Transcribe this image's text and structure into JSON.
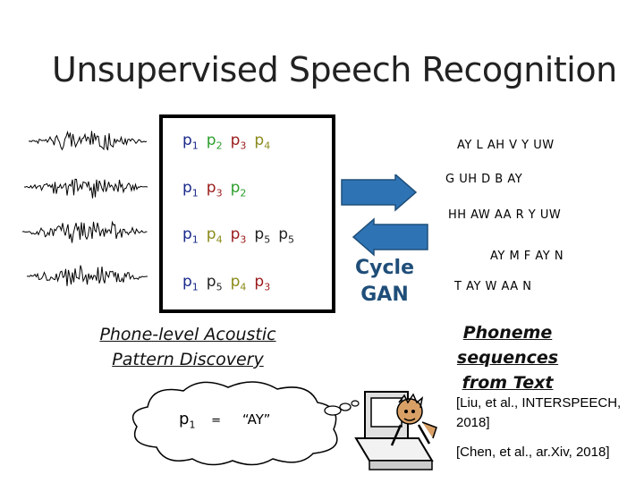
{
  "title": "Unsupervised Speech Recognition",
  "sequences": [
    {
      "items": [
        {
          "p": "p",
          "s": "1",
          "c": "c1"
        },
        {
          "p": "p",
          "s": "2",
          "c": "c2"
        },
        {
          "p": "p",
          "s": "3",
          "c": "c3"
        },
        {
          "p": "p",
          "s": "4",
          "c": "c4"
        }
      ]
    },
    {
      "items": [
        {
          "p": "p",
          "s": "1",
          "c": "c1"
        },
        {
          "p": "p",
          "s": "3",
          "c": "c3"
        },
        {
          "p": "p",
          "s": "2",
          "c": "c2"
        }
      ]
    },
    {
      "items": [
        {
          "p": "p",
          "s": "1",
          "c": "c1"
        },
        {
          "p": "p",
          "s": "4",
          "c": "c4"
        },
        {
          "p": "p",
          "s": "3",
          "c": "c3"
        },
        {
          "p": "p",
          "s": "5",
          "c": "c5"
        },
        {
          "p": "p",
          "s": "5",
          "c": "c5"
        }
      ]
    },
    {
      "items": [
        {
          "p": "p",
          "s": "1",
          "c": "c1"
        },
        {
          "p": "p",
          "s": "5",
          "c": "c5"
        },
        {
          "p": "p",
          "s": "4",
          "c": "c4"
        },
        {
          "p": "p",
          "s": "3",
          "c": "c3"
        }
      ]
    }
  ],
  "phoneme_sequences": [
    "AY L AH V Y UW",
    "G UH D B AY",
    "HH AW AA R Y UW",
    "AY M F AY N",
    "T AY W AA N"
  ],
  "cycle_gan": "Cycle GAN",
  "left_caption": [
    "Phone-level Acoustic",
    "Pattern Discovery"
  ],
  "right_caption": [
    "Phoneme sequences",
    "from Text"
  ],
  "thought": {
    "p": "p",
    "sub": "1",
    "eq": "=",
    "value": "“AY”"
  },
  "refs": [
    "[Liu, et al., INTERSPEECH, 2018]",
    "[Chen, et al., ar.Xiv, 2018]"
  ],
  "colors": {
    "arrow_blue": "#2e74b5",
    "cycle_text": "#1f4e79"
  }
}
